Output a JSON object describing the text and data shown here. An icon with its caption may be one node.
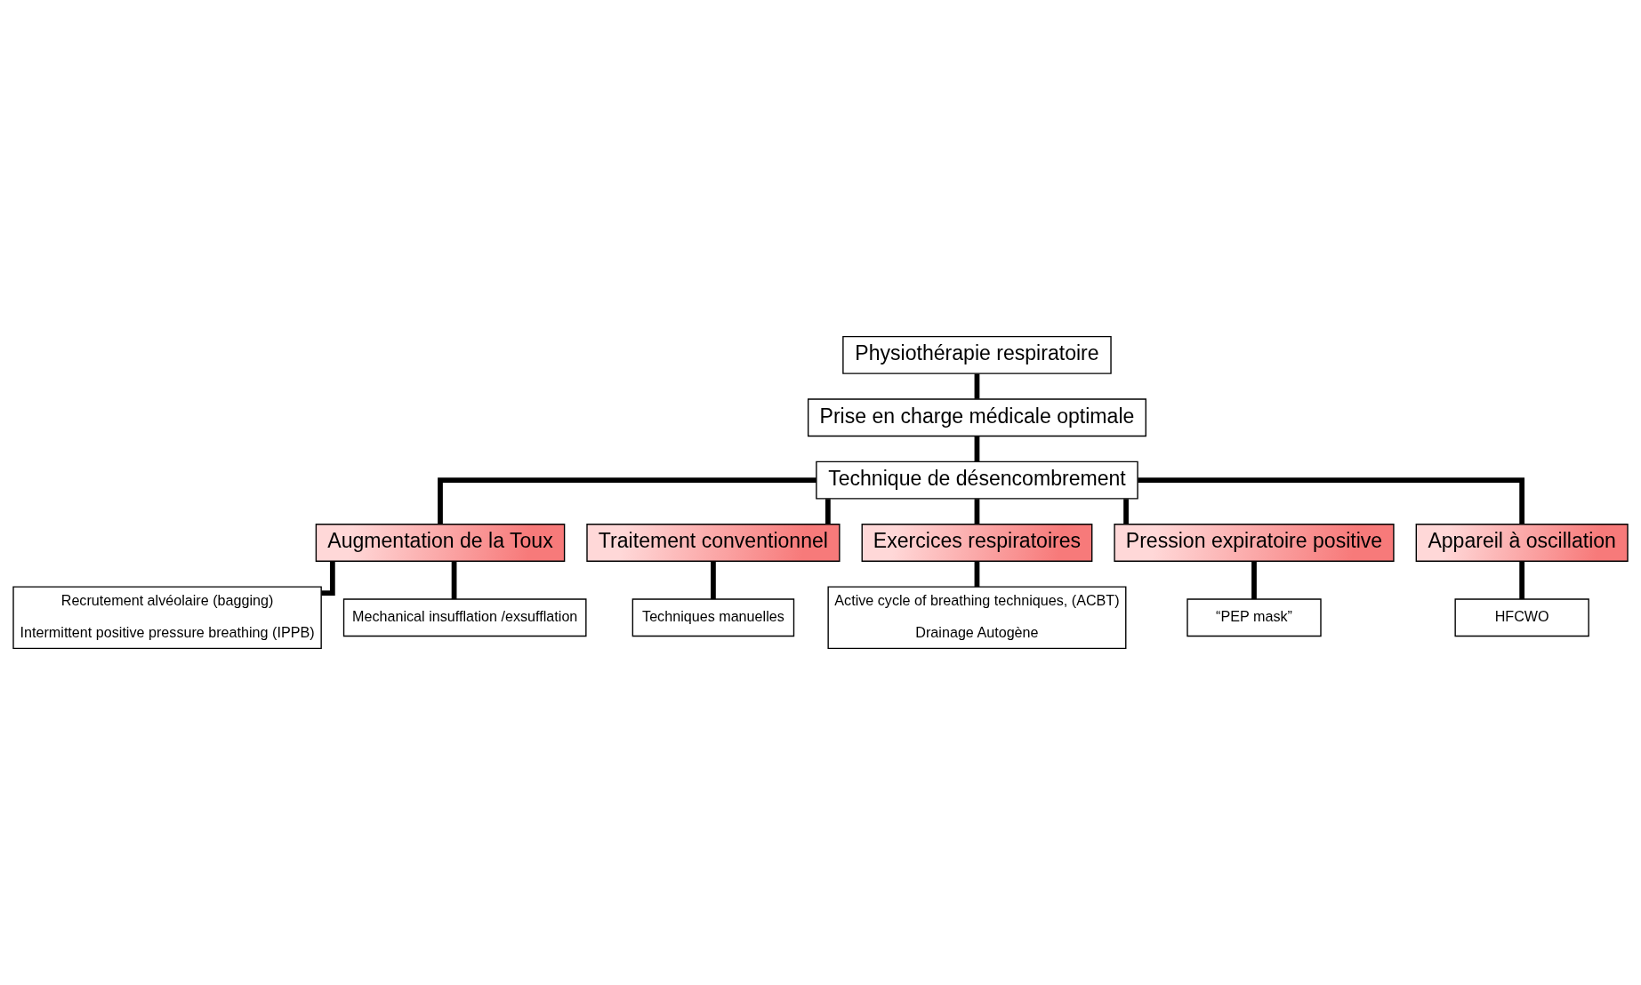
{
  "diagram": {
    "nodes": [
      {
        "text": [
          "Physiothérapie respiratoire"
        ]
      },
      {
        "text": [
          "Prise en charge médicale optimale"
        ]
      },
      {
        "text": [
          "Technique de désencombrement"
        ]
      },
      {
        "text": [
          "Augmentation de la Toux"
        ]
      },
      {
        "text": [
          "Traitement conventionnel"
        ]
      },
      {
        "text": [
          "Exercices respiratoires"
        ]
      },
      {
        "text": [
          "Pression expiratoire positive"
        ]
      },
      {
        "text": [
          "Appareil à oscillation"
        ]
      },
      {
        "text": [
          "Recrutement alvéolaire (bagging)",
          "Intermittent positive pressure breathing (IPPB)"
        ]
      },
      {
        "text": [
          "Mechanical insufflation /exsufflation"
        ]
      },
      {
        "text": [
          "Techniques manuelles"
        ]
      },
      {
        "text": [
          "Active cycle of breathing techniques, (ACBT)",
          "Drainage Autogène"
        ]
      },
      {
        "text": [
          "“PEP mask”"
        ]
      },
      {
        "text": [
          "HFCWO"
        ]
      }
    ],
    "edges": [
      {
        "from": 0,
        "to": 1,
        "arrow": "none"
      },
      {
        "from": 1,
        "to": 2,
        "arrow": "none"
      },
      {
        "from": 2,
        "to": 3,
        "arrow": "none"
      },
      {
        "from": 2,
        "to": 4,
        "arrow": "none"
      },
      {
        "from": 2,
        "to": 5,
        "arrow": "none"
      },
      {
        "from": 2,
        "to": 6,
        "arrow": "none"
      },
      {
        "from": 2,
        "to": 7,
        "arrow": "none"
      },
      {
        "from": 3,
        "to": 8,
        "arrow": "none"
      },
      {
        "from": 3,
        "to": 9,
        "arrow": "none"
      },
      {
        "from": 4,
        "to": 10,
        "arrow": "none"
      },
      {
        "from": 5,
        "to": 11,
        "arrow": "none"
      },
      {
        "from": 6,
        "to": 12,
        "arrow": "none"
      },
      {
        "from": 7,
        "to": 13,
        "arrow": "none"
      }
    ]
  }
}
